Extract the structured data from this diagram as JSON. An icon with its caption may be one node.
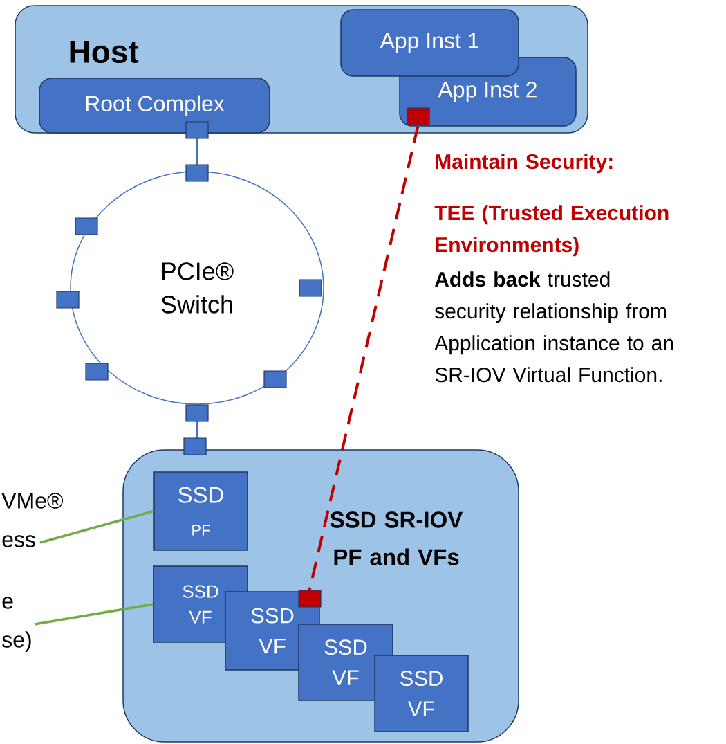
{
  "diagram": {
    "nodes": [
      {
        "text": [
          "Host"
        ]
      },
      {
        "text": [
          "Root Complex"
        ],
        "in": 0
      },
      {
        "text": [
          "App Inst 1"
        ],
        "in": 0
      },
      {
        "text": [
          "App Inst 2"
        ],
        "in": 0
      },
      {
        "text": [
          "PCIe® Switch"
        ]
      },
      {
        "text": [
          "SSD SR-IOV PF and VFs"
        ]
      },
      {
        "text": [
          "SSD",
          "PF"
        ],
        "in": 5
      },
      {
        "text": [
          "SSD",
          "VF"
        ],
        "in": 5
      },
      {
        "text": [
          "SSD",
          "VF"
        ],
        "in": 5
      },
      {
        "text": [
          "SSD",
          "VF"
        ],
        "in": 5
      },
      {
        "text": [
          "SSD",
          "VF"
        ],
        "in": 5
      },
      {
        "text": [
          "VMe® ess"
        ]
      },
      {
        "text": [
          "e se)"
        ]
      }
    ],
    "edges": [
      {
        "from": 1,
        "to": 4,
        "arrow": "none",
        "color": "#4472c4"
      },
      {
        "from": 4,
        "to": 5,
        "arrow": "none",
        "color": "#4472c4"
      },
      {
        "from": 3,
        "to": 8,
        "arrow": "none",
        "style": "dashed",
        "color": "#c00000"
      },
      {
        "from": 11,
        "to": 6,
        "arrow": "none",
        "color": "#70ad47"
      },
      {
        "from": 12,
        "to": 7,
        "arrow": "none",
        "color": "#70ad47"
      }
    ],
    "labels": [
      "Maintain Security:",
      "TEE (Trusted Execution Environments)",
      "**Adds back** trusted security relationship from Application instance to an SR-IOV Virtual Function."
    ]
  }
}
